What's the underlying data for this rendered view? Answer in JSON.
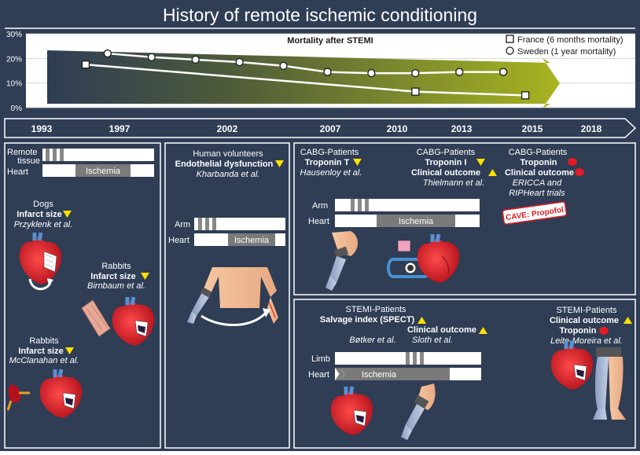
{
  "title": "History of remote ischemic conditioning",
  "chart_data": {
    "type": "line",
    "title": "Mortality after STEMI",
    "yticks": [
      "0%",
      "10%",
      "20%",
      "30%"
    ],
    "ylim": [
      0,
      30
    ],
    "grid": true,
    "legend_position": "top-right",
    "series": [
      {
        "name": "France (6 months mortality)",
        "marker": "square",
        "x": [
          1995,
          2010,
          2015
        ],
        "values": [
          17.5,
          6.5,
          5.0
        ]
      },
      {
        "name": "Sweden (1 year mortality)",
        "marker": "circle",
        "x": [
          1996,
          1998,
          2000,
          2002,
          2004,
          2006,
          2008,
          2010,
          2012,
          2014
        ],
        "values": [
          22,
          20.5,
          19.5,
          18.5,
          17,
          14.5,
          14,
          14,
          14.5,
          14.5
        ]
      }
    ]
  },
  "timeline": {
    "years": [
      "1993",
      "1997",
      "2002",
      "2007",
      "2010",
      "2013",
      "2015",
      "2018"
    ]
  },
  "panel1": {
    "remote_label_1": "Remote",
    "remote_label_2": "tissue",
    "heart_label": "Heart",
    "ischemia_label": "Ischemia",
    "dogs": {
      "title": "Dogs",
      "finding": "Infarct size",
      "author": "Przyklenk et al."
    },
    "rabbits1": {
      "title": "Rabbits",
      "finding": "Infarct size",
      "author": "Birnbaum et al."
    },
    "rabbits2": {
      "title": "Rabbits",
      "finding": "Infarct size",
      "author": "McClanahan et al."
    }
  },
  "panel2": {
    "title": "Human volunteers",
    "finding": "Endothelial dysfunction",
    "author": "Kharbanda et al.",
    "arm_label": "Arm",
    "heart_label": "Heart",
    "ischemia_label": "Ischemia"
  },
  "panel3": {
    "study1": {
      "title": "CABG-Patients",
      "finding": "Troponin T",
      "author": "Hausenloy et al."
    },
    "study2": {
      "title": "CABG-Patients",
      "finding1": "Troponin I",
      "finding2": "Clinical outcome",
      "author": "Thielmann et al."
    },
    "study3": {
      "title": "CABG-Patients",
      "finding1": "Troponin",
      "finding2": "Clinical outcome",
      "author1": "ERICCA and",
      "author2": "RIPHeart trials"
    },
    "caveat": "CAVE: Propofol",
    "arm_label": "Arm",
    "heart_label": "Heart",
    "ischemia_label": "Ischemia"
  },
  "panel4": {
    "study1": {
      "title": "STEMI-Patients",
      "finding1": "Salvage index (SPECT)",
      "finding2": "Clinical outcome",
      "author1": "Bøtker et al.",
      "author2": "Sloth et al."
    },
    "study2": {
      "title": "STEMI-Patients",
      "finding1": "Clinical outcome",
      "finding2": "Troponin",
      "author": "Leite-Moreira et al."
    },
    "limb_label": "Limb",
    "heart_label": "Heart",
    "ischemia_label": "Ischemia"
  },
  "colors": {
    "background": "#2f3d55",
    "panel_border": "#ffffff",
    "triangle": "#ffe000",
    "dot": "#e01b24",
    "ischemia_bar": "#7a7a7a",
    "arrow_dark": "#2f3d55",
    "arrow_light": "#9aa81a"
  },
  "icons": [
    "heart-icon",
    "arm-icon",
    "leg-icon",
    "kidney-icon",
    "muscle-icon",
    "bypass-pump-icon",
    "torso-icon"
  ]
}
